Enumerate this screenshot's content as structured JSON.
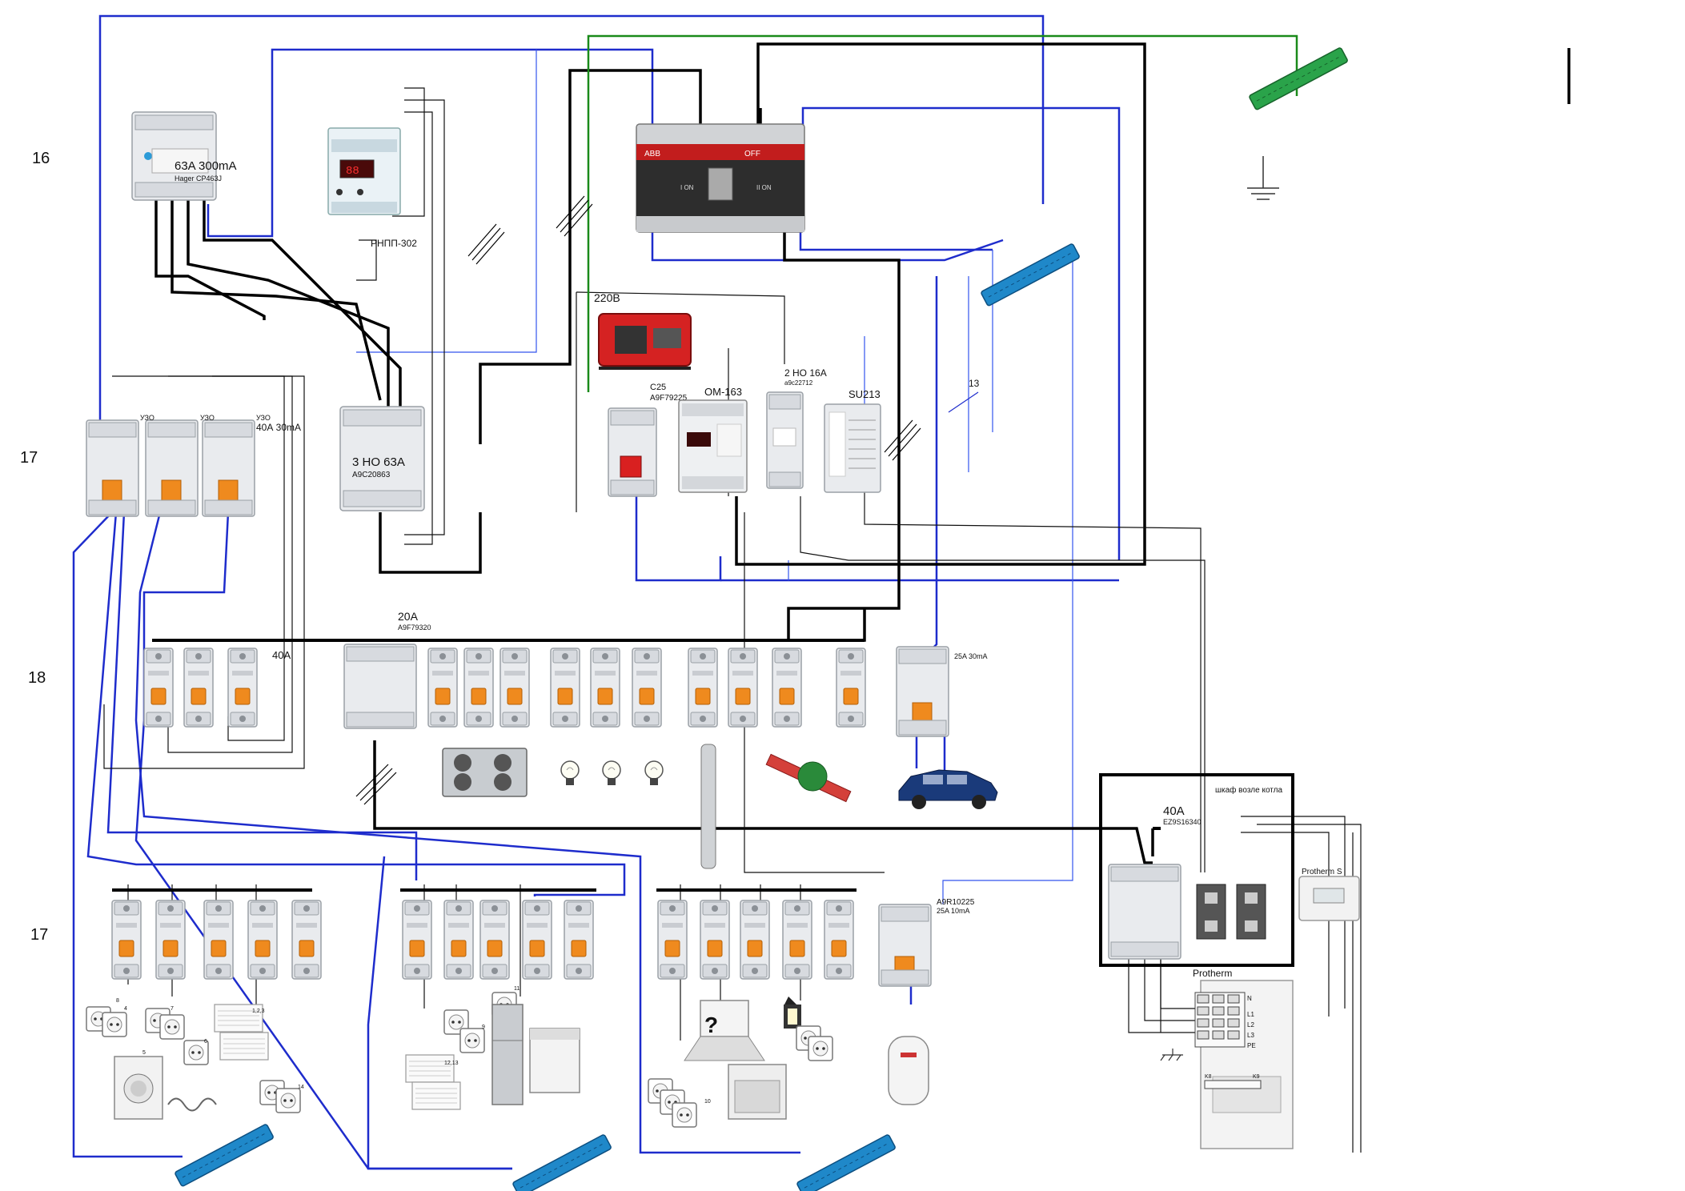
{
  "row_labels": {
    "r16": "16",
    "r17a": "17",
    "r18": "18",
    "r17b": "17"
  },
  "rcd_main": {
    "line1": "63A 300mA",
    "line2": "Hager CP463J"
  },
  "voltage_relay": {
    "label": "РНПП-302"
  },
  "switch_abb": {
    "brand": "ABB",
    "on_label": "I ON",
    "off_label": "OFF",
    "on2_label": "II ON"
  },
  "generator": {
    "label": "220В"
  },
  "breaker_c25": {
    "line1": "C25",
    "line2": "A9F79225"
  },
  "om163": {
    "label": "OM-163"
  },
  "contactor_2no": {
    "line1": "2 НО 16А",
    "line2": "a9c22712"
  },
  "su213": {
    "label": "SU213"
  },
  "mark13": {
    "label": "13"
  },
  "uzo_labels": {
    "a": "УЗО",
    "b": "УЗО",
    "c": "УЗО",
    "rating": "40А 30mA"
  },
  "contactor_3no": {
    "line1": "3 НО 63А",
    "line2": "A9C20863"
  },
  "group_20a": {
    "line1": "20A",
    "line2": "A9F79320"
  },
  "label_40a_row18": "40A",
  "rcd_25a": {
    "label": "25A 30mA"
  },
  "boiler_cabinet": {
    "title": "шкаф возле котла",
    "rating": "40A",
    "code": "EZ9S16340",
    "thermostat": "Protherm S",
    "boiler": "Protherm",
    "klemmy": [
      "N",
      "L1",
      "L2",
      "L3",
      "PE"
    ],
    "k_left": "K8",
    "k_right": "K9"
  },
  "water_heater_rcd": {
    "line1": "A9R10225",
    "line2": "25A 10mA"
  },
  "socket_numbers": {
    "n8": "8",
    "n4": "4",
    "n7": "7",
    "n5": "5",
    "n6": "6",
    "n123": "1,2,3",
    "n14": "14",
    "n9": "9",
    "n11": "11",
    "n1213": "12,13",
    "n10": "10",
    "q": "?"
  },
  "colors": {
    "neutral": "#1e2ccc",
    "phase": "#000000",
    "earth": "#1a8a1a",
    "thin_neutral": "#3355ee",
    "busbar_blue": "#1f88c9",
    "busbar_green": "#2aa34a",
    "lever": "#ef8a1e"
  }
}
